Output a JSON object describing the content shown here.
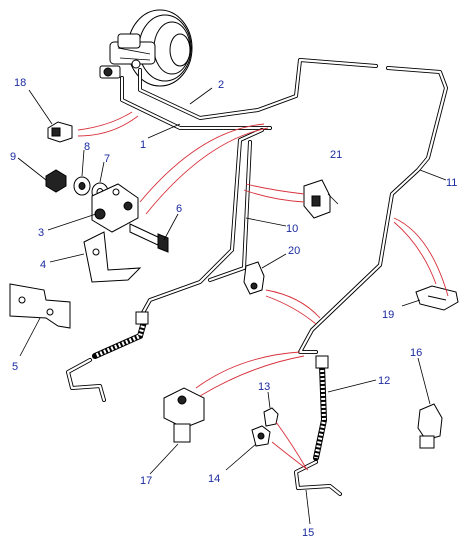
{
  "diagram": {
    "callouts": [
      {
        "id": "c1",
        "label": "1"
      },
      {
        "id": "c2",
        "label": "2"
      },
      {
        "id": "c3",
        "label": "3"
      },
      {
        "id": "c4",
        "label": "4"
      },
      {
        "id": "c5",
        "label": "5"
      },
      {
        "id": "c6",
        "label": "6"
      },
      {
        "id": "c7",
        "label": "7"
      },
      {
        "id": "c8",
        "label": "8"
      },
      {
        "id": "c9",
        "label": "9"
      },
      {
        "id": "c10",
        "label": "10"
      },
      {
        "id": "c11",
        "label": "11"
      },
      {
        "id": "c12",
        "label": "12"
      },
      {
        "id": "c13",
        "label": "13"
      },
      {
        "id": "c14",
        "label": "14"
      },
      {
        "id": "c15",
        "label": "15"
      },
      {
        "id": "c16",
        "label": "16"
      },
      {
        "id": "c17",
        "label": "17"
      },
      {
        "id": "c18",
        "label": "18"
      },
      {
        "id": "c19",
        "label": "19"
      },
      {
        "id": "c20",
        "label": "20"
      },
      {
        "id": "c21",
        "label": "21"
      }
    ],
    "colors": {
      "callout_text": "#1a2aa0",
      "red_leader": "#d8303a",
      "line_art": "#000000"
    }
  }
}
